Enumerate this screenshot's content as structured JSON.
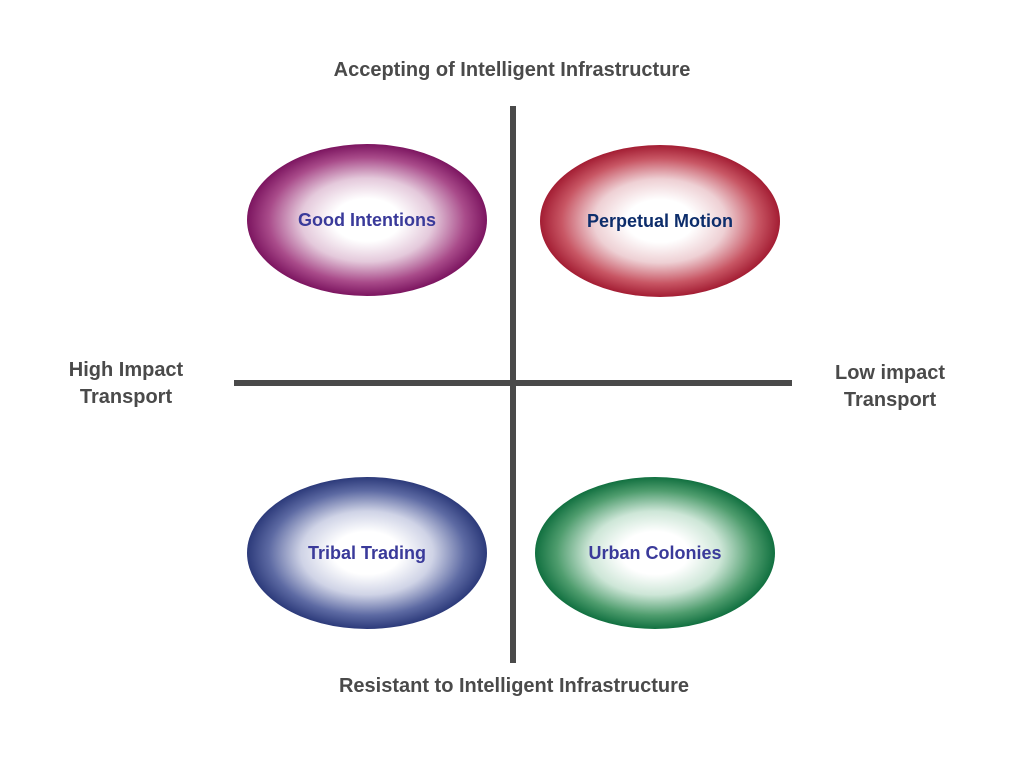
{
  "axes": {
    "top": "Accepting of Intelligent Infrastructure",
    "bottom": "Resistant to Intelligent Infrastructure",
    "left": [
      "High Impact",
      "Transport"
    ],
    "right": [
      "Low impact",
      "Transport"
    ]
  },
  "scenarios": [
    {
      "label": "Good Intentions",
      "quadrant": "top-left",
      "color": "#7c1560"
    },
    {
      "label": "Perpetual Motion",
      "quadrant": "top-right",
      "color": "#a31d33"
    },
    {
      "label": "Tribal Trading",
      "quadrant": "bottom-left",
      "color": "#2c3a7a"
    },
    {
      "label": "Urban Colonies",
      "quadrant": "bottom-right",
      "color": "#117040"
    }
  ],
  "colors": {
    "axis_line": "#4a4a4a",
    "axis_text": "#4a4a4a",
    "scenario_text": "#3a3a9a"
  }
}
